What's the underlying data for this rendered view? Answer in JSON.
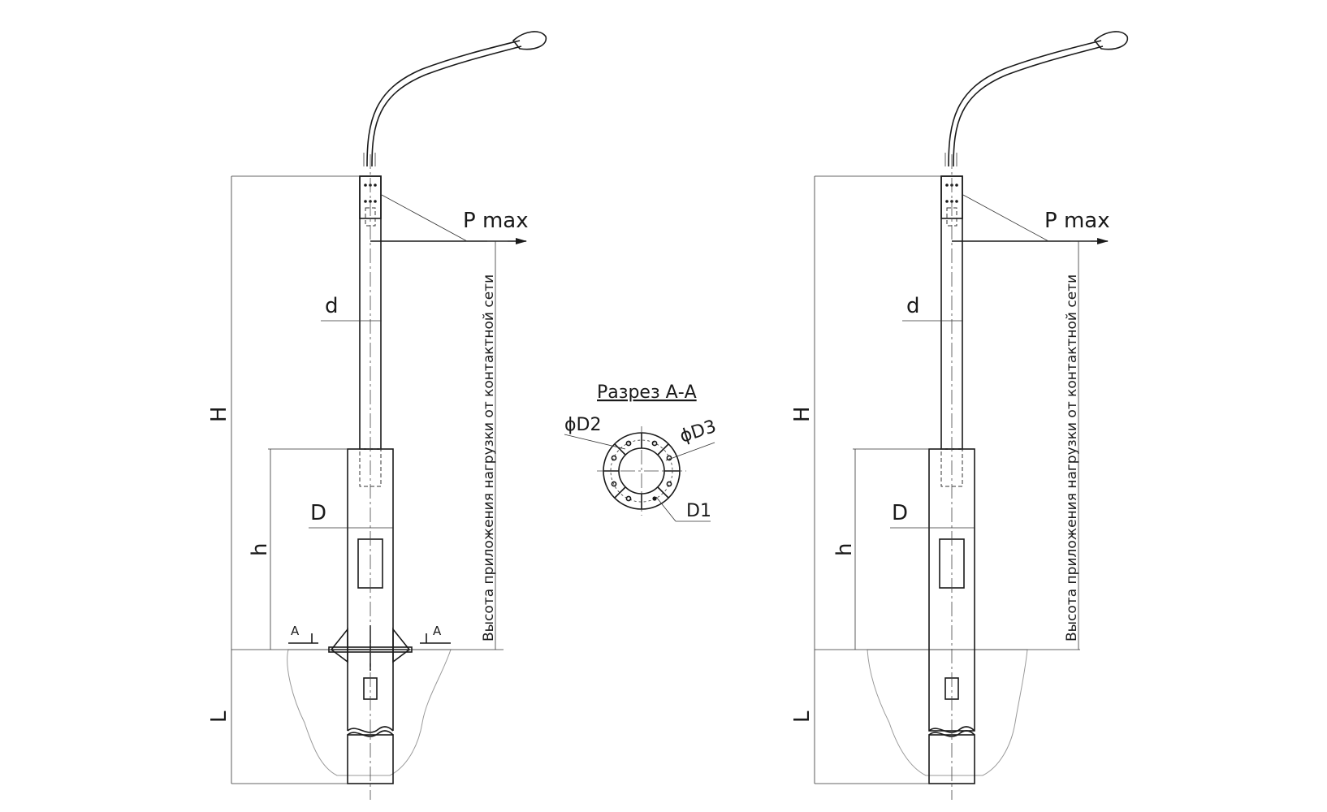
{
  "left_pole": {
    "label_pmax": "P max",
    "label_d": "d",
    "label_H": "H",
    "label_D": "D",
    "label_h": "h",
    "label_L": "L",
    "label_section_left": "A",
    "label_section_right": "A",
    "vertical_caption": "Высота приложения нагрузки от контактной сети"
  },
  "section_view": {
    "title": "Разрез А-А",
    "label_d2": "ϕD2",
    "label_d3": "ϕD3",
    "label_d1": "D1"
  },
  "right_pole": {
    "label_pmax": "P max",
    "label_d": "d",
    "label_H": "H",
    "label_D": "D",
    "label_h": "h",
    "label_L": "L",
    "vertical_caption": "Высота приложения нагрузки от контактной сети"
  }
}
